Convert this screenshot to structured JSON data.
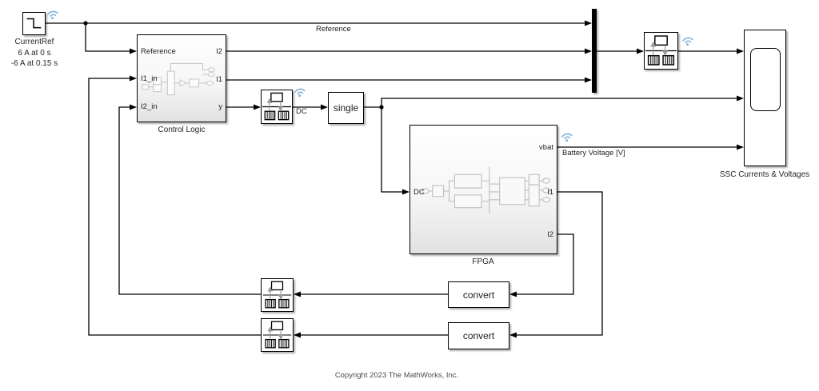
{
  "blocks": {
    "current_ref": {
      "label": "CurrentRef",
      "annotation1": "6 A at 0 s",
      "annotation2": "-6 A at 0.15 s"
    },
    "control_logic": {
      "label": "Control Logic",
      "port_in_reference": "Reference",
      "port_in_i1": "I1_in",
      "port_in_i2": "I2_in",
      "port_out_i2": "I2",
      "port_out_i1": "I1",
      "port_out_y": "y"
    },
    "single_block": {
      "label": "single"
    },
    "fpga": {
      "label": "FPGA",
      "port_in_dc": "DC",
      "port_out_vbat": "vbat",
      "port_out_i1": "I1",
      "port_out_i2": "I2"
    },
    "convert_upper": {
      "label": "convert"
    },
    "convert_lower": {
      "label": "convert"
    },
    "scope": {
      "label": "SSC Currents & Voltages"
    }
  },
  "signal_labels": {
    "reference": "Reference",
    "dc": "DC",
    "battery_voltage": "Battery Voltage [V]"
  },
  "footer": {
    "copyright": "Copyright 2023 The MathWorks, Inc."
  },
  "colors": {
    "wifi_badge": "#85b3d6",
    "wire": "#000000"
  }
}
